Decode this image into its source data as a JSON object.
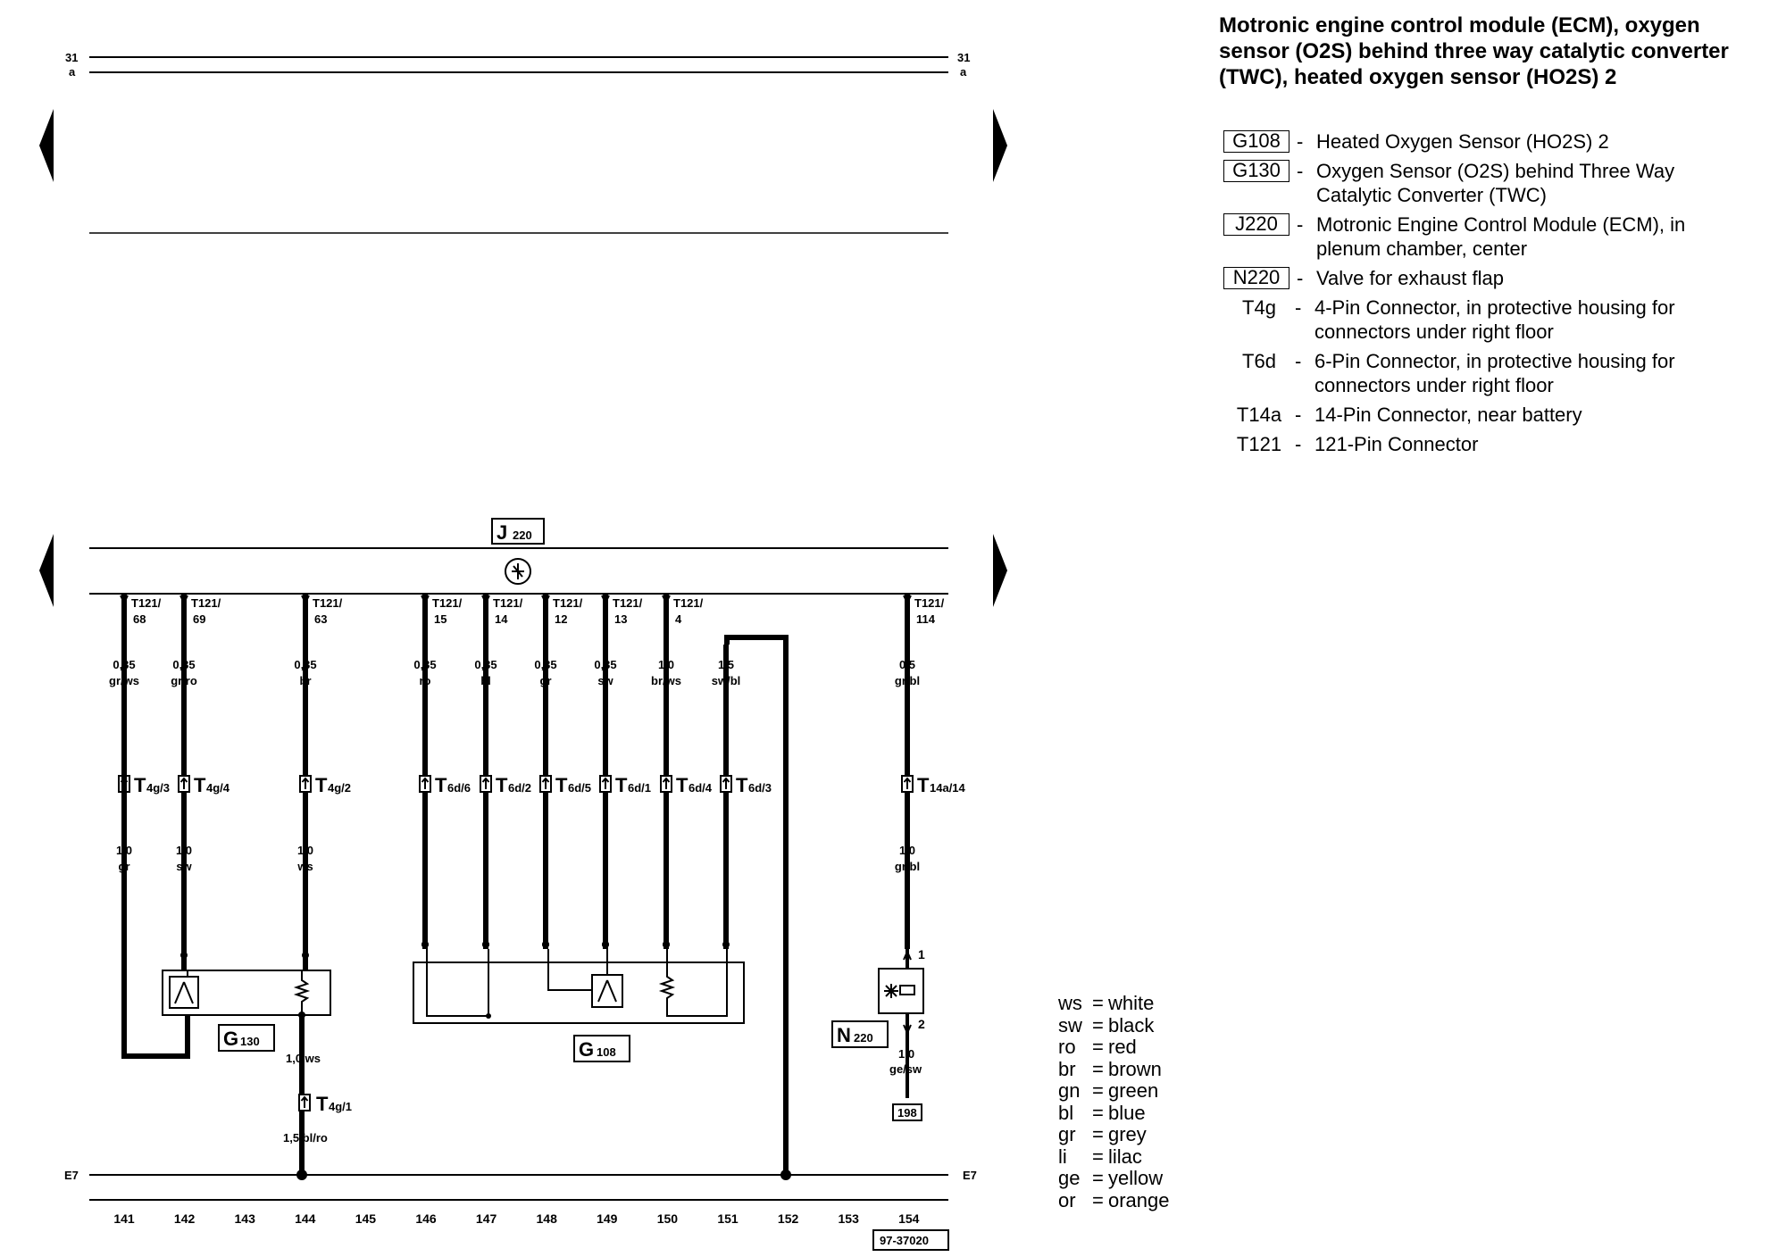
{
  "title": {
    "lines": [
      "Motronic engine control module (ECM), oxygen",
      "sensor (O2S) behind three way catalytic converter",
      "(TWC), heated oxygen sensor (HO2S) 2"
    ]
  },
  "legend": [
    {
      "code": "G108",
      "boxed": true,
      "text": "Heated Oxygen Sensor (HO2S) 2"
    },
    {
      "code": "G130",
      "boxed": true,
      "text": "Oxygen Sensor (O2S) behind Three Way\nCatalytic Converter (TWC)"
    },
    {
      "code": "J220",
      "boxed": true,
      "text": "Motronic Engine Control Module (ECM), in\nplenum chamber, center"
    },
    {
      "code": "N220",
      "boxed": true,
      "text": "Valve for exhaust flap"
    },
    {
      "code": "T4g",
      "boxed": false,
      "text": "4-Pin Connector, in protective housing for\nconnectors under right floor"
    },
    {
      "code": "T6d",
      "boxed": false,
      "text": "6-Pin Connector, in protective housing for\nconnectors under right floor"
    },
    {
      "code": "T14a",
      "boxed": false,
      "text": "14-Pin Connector, near battery"
    },
    {
      "code": "T121",
      "boxed": false,
      "text": "121-Pin Connector"
    }
  ],
  "color_codes": [
    {
      "abbr": "ws",
      "name": "white"
    },
    {
      "abbr": "sw",
      "name": "black"
    },
    {
      "abbr": "ro",
      "name": "red"
    },
    {
      "abbr": "br",
      "name": "brown"
    },
    {
      "abbr": "gn",
      "name": "green"
    },
    {
      "abbr": "bl",
      "name": "blue"
    },
    {
      "abbr": "gr",
      "name": "grey"
    },
    {
      "abbr": "li",
      "name": "lilac"
    },
    {
      "abbr": "ge",
      "name": "yellow"
    },
    {
      "abbr": "or",
      "name": "orange"
    }
  ],
  "rails": {
    "top_31": "31",
    "top_a": "a",
    "bottom": "E7"
  },
  "components": {
    "ecm": {
      "letter": "J",
      "number": "220"
    },
    "g130": {
      "letter": "G",
      "number": "130"
    },
    "g108": {
      "letter": "G",
      "number": "108"
    },
    "n220": {
      "letter": "N",
      "number": "220"
    }
  },
  "wires": [
    {
      "pin": "T121/",
      "pin2": "68",
      "size_top": "0,35",
      "color_top": "gr/ws",
      "conn": "T",
      "conn_sub": "4g/3",
      "size_bot": "1,0",
      "color_bot": "gr"
    },
    {
      "pin": "T121/",
      "pin2": "69",
      "size_top": "0,35",
      "color_top": "gr/ro",
      "conn": "T",
      "conn_sub": "4g/4",
      "size_bot": "1,0",
      "color_bot": "sw"
    },
    {
      "pin": "T121/",
      "pin2": "63",
      "size_top": "0,35",
      "color_top": "br",
      "conn": "T",
      "conn_sub": "4g/2",
      "size_bot": "1,0",
      "color_bot": "ws"
    },
    {
      "pin": "T121/",
      "pin2": "15",
      "size_top": "0,35",
      "color_top": "ro",
      "conn": "T",
      "conn_sub": "6d/6",
      "size_bot": "",
      "color_bot": ""
    },
    {
      "pin": "T121/",
      "pin2": "14",
      "size_top": "0,35",
      "color_top": "bl",
      "conn": "T",
      "conn_sub": "6d/2",
      "size_bot": "",
      "color_bot": ""
    },
    {
      "pin": "T121/",
      "pin2": "12",
      "size_top": "0,35",
      "color_top": "gr",
      "conn": "T",
      "conn_sub": "6d/5",
      "size_bot": "",
      "color_bot": ""
    },
    {
      "pin": "T121/",
      "pin2": "13",
      "size_top": "0,35",
      "color_top": "sw",
      "conn": "T",
      "conn_sub": "6d/1",
      "size_bot": "",
      "color_bot": ""
    },
    {
      "pin": "T121/",
      "pin2": "4",
      "size_top": "1,0",
      "color_top": "br/ws",
      "conn": "T",
      "conn_sub": "6d/4",
      "size_bot": "",
      "color_bot": ""
    },
    {
      "pin": "",
      "pin2": "",
      "size_top": "1,5",
      "color_top": "sw/bl",
      "conn": "T",
      "conn_sub": "6d/3",
      "size_bot": "",
      "color_bot": ""
    },
    {
      "pin": "T121/",
      "pin2": "114",
      "size_top": "0,5",
      "color_top": "gr/bl",
      "conn": "T",
      "conn_sub": "14a/14",
      "size_bot": "1,0",
      "color_bot": "gr/bl"
    }
  ],
  "g130_ground": {
    "wire1": "1,0 ws",
    "conn": "T",
    "conn_sub": "4g/1",
    "wire2": "1,5 bl/ro"
  },
  "n220_detail": {
    "pin1": "1",
    "pin2": "2",
    "size": "1,0",
    "color": "ge/sw",
    "ref": "198"
  },
  "columns": [
    "141",
    "142",
    "143",
    "144",
    "145",
    "146",
    "147",
    "148",
    "149",
    "150",
    "151",
    "152",
    "153",
    "154"
  ],
  "diagram_number": "97-37020"
}
